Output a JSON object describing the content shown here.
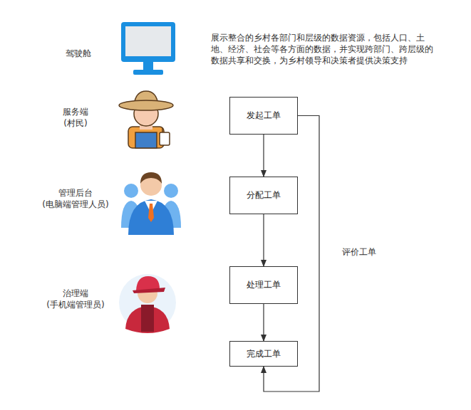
{
  "diagram": {
    "nodes": [
      {
        "text": [
          "发起工单"
        ]
      },
      {
        "text": [
          "分配工单"
        ]
      },
      {
        "text": [
          "处理工单"
        ]
      },
      {
        "text": [
          "完成工单"
        ]
      }
    ],
    "edges": [
      {
        "from": 0,
        "to": 1,
        "arrow": "to"
      },
      {
        "from": 1,
        "to": 2,
        "arrow": "to"
      },
      {
        "from": 2,
        "to": 3,
        "arrow": "to"
      },
      {
        "from": 0,
        "to": 3,
        "label": "评价工单",
        "arrow": "to"
      }
    ],
    "labels": [
      "驾驶舱",
      "服务端 (村民)",
      "管理后台 (电脑端管理人员)",
      "治理端 (手机端管理员)",
      "展示整合的乡村各部门和层级的数据资源，包括人口、土地、经济、社会等各方面的数据，并实现跨部门、跨层级的数据共享和交换，为乡村领导和决策者提供决策支持"
    ]
  }
}
